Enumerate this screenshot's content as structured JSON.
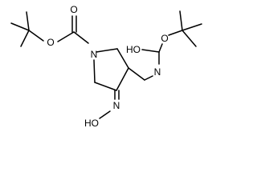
{
  "molecule": {
    "atoms": {
      "o_ester_top": "O",
      "o_carbonyl_top": "O",
      "n_ring": "N",
      "o_carbamate_hydroxyl": "HO",
      "o_carbamate_ester": "O",
      "n_carbamate": "N",
      "n_oxime": "N",
      "o_oxime": "HO"
    }
  }
}
